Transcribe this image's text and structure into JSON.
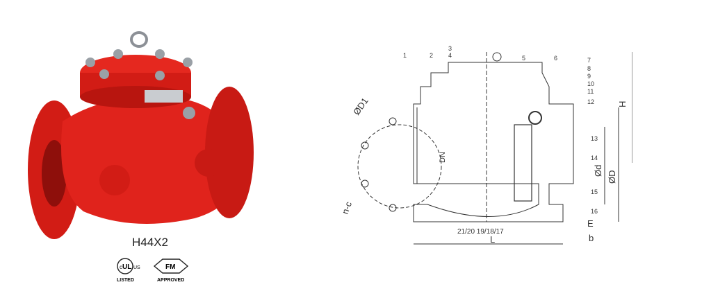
{
  "product": {
    "model": "H44X2",
    "colors": {
      "valve_body": "#e0231c",
      "valve_shadow": "#a4120e",
      "bolt": "#9aa0a6",
      "line": "#333333"
    }
  },
  "certifications": {
    "ul": {
      "mark": "UL",
      "left": "c",
      "right": "US",
      "caption": "LISTED"
    },
    "fm": {
      "mark": "FM",
      "caption": "APPROVED"
    }
  },
  "drawing": {
    "labels": {
      "diameter_d1": "ØD1",
      "bolt_holes": "n-c",
      "nominal_diameter": "DN",
      "height": "H",
      "diameter_d": "Ød",
      "diameter_big_d": "ØD",
      "length": "L",
      "dim_e": "E",
      "dim_b": "b",
      "bottom_parts": "21/20 19/18/17"
    },
    "part_numbers": [
      "1",
      "2",
      "3",
      "4",
      "5",
      "6",
      "7",
      "8",
      "9",
      "10",
      "11",
      "12",
      "13",
      "14",
      "15",
      "16"
    ]
  }
}
